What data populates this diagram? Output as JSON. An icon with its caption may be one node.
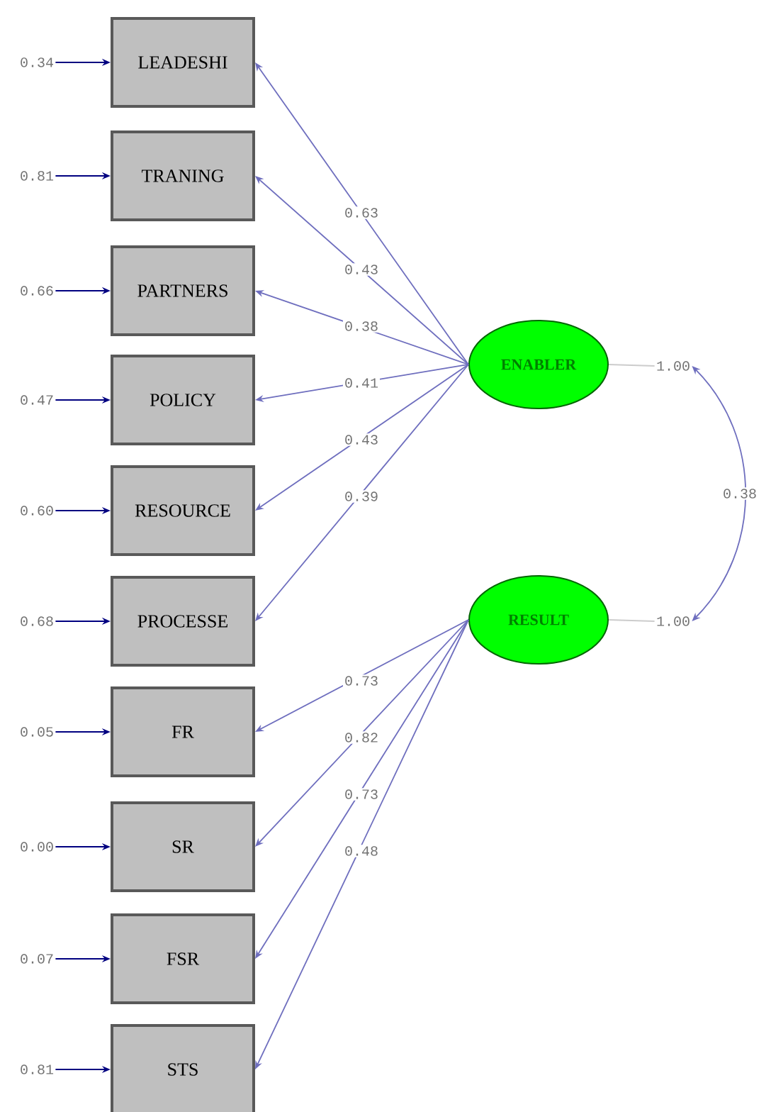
{
  "diagram": {
    "nodes": [
      {
        "text": [
          "LEADESHI"
        ]
      },
      {
        "text": [
          "TRANING"
        ]
      },
      {
        "text": [
          "PARTNERS"
        ]
      },
      {
        "text": [
          "POLICY"
        ]
      },
      {
        "text": [
          "RESOURCE"
        ]
      },
      {
        "text": [
          "PROCESSE"
        ]
      },
      {
        "text": [
          "FR"
        ]
      },
      {
        "text": [
          "SR"
        ]
      },
      {
        "text": [
          "FSR"
        ]
      },
      {
        "text": [
          "STS"
        ]
      },
      {
        "text": [
          "ENABLER"
        ]
      },
      {
        "text": [
          "RESULT"
        ]
      },
      {
        "text": [
          "0.34"
        ]
      },
      {
        "text": [
          "0.81"
        ]
      },
      {
        "text": [
          "0.66"
        ]
      },
      {
        "text": [
          "0.47"
        ]
      },
      {
        "text": [
          "0.60"
        ]
      },
      {
        "text": [
          "0.68"
        ]
      },
      {
        "text": [
          "0.05"
        ]
      },
      {
        "text": [
          "0.00"
        ]
      },
      {
        "text": [
          "0.07"
        ]
      },
      {
        "text": [
          "0.81"
        ]
      },
      {
        "text": [
          "1.00"
        ]
      },
      {
        "text": [
          "1.00"
        ]
      }
    ],
    "edges": [
      {
        "from": 10,
        "to": 0,
        "arrow": "to",
        "label": "0.63"
      },
      {
        "from": 10,
        "to": 1,
        "arrow": "to",
        "label": "0.43"
      },
      {
        "from": 10,
        "to": 2,
        "arrow": "to",
        "label": "0.38"
      },
      {
        "from": 10,
        "to": 3,
        "arrow": "to",
        "label": "0.41"
      },
      {
        "from": 10,
        "to": 4,
        "arrow": "to",
        "label": "0.43"
      },
      {
        "from": 10,
        "to": 5,
        "arrow": "to",
        "label": "0.39"
      },
      {
        "from": 11,
        "to": 6,
        "arrow": "to",
        "label": "0.73"
      },
      {
        "from": 11,
        "to": 7,
        "arrow": "to",
        "label": "0.82"
      },
      {
        "from": 11,
        "to": 8,
        "arrow": "to",
        "label": "0.73"
      },
      {
        "from": 11,
        "to": 9,
        "arrow": "to",
        "label": "0.48"
      },
      {
        "from": 12,
        "to": 0,
        "arrow": "to",
        "color": "#000080"
      },
      {
        "from": 13,
        "to": 1,
        "arrow": "to",
        "color": "#000080"
      },
      {
        "from": 14,
        "to": 2,
        "arrow": "to",
        "color": "#000080"
      },
      {
        "from": 15,
        "to": 3,
        "arrow": "to",
        "color": "#000080"
      },
      {
        "from": 16,
        "to": 4,
        "arrow": "to",
        "color": "#000080"
      },
      {
        "from": 17,
        "to": 5,
        "arrow": "to",
        "color": "#000080"
      },
      {
        "from": 18,
        "to": 6,
        "arrow": "to",
        "color": "#000080"
      },
      {
        "from": 19,
        "to": 7,
        "arrow": "to",
        "color": "#000080"
      },
      {
        "from": 20,
        "to": 8,
        "arrow": "to",
        "color": "#000080"
      },
      {
        "from": 21,
        "to": 9,
        "arrow": "to",
        "color": "#000080"
      },
      {
        "from": 10,
        "to": 22,
        "arrow": "none",
        "color": "#cccccc"
      },
      {
        "from": 11,
        "to": 23,
        "arrow": "none",
        "color": "#cccccc"
      },
      {
        "from": 22,
        "to": 23,
        "arrow": "both",
        "label": "0.38"
      }
    ]
  }
}
